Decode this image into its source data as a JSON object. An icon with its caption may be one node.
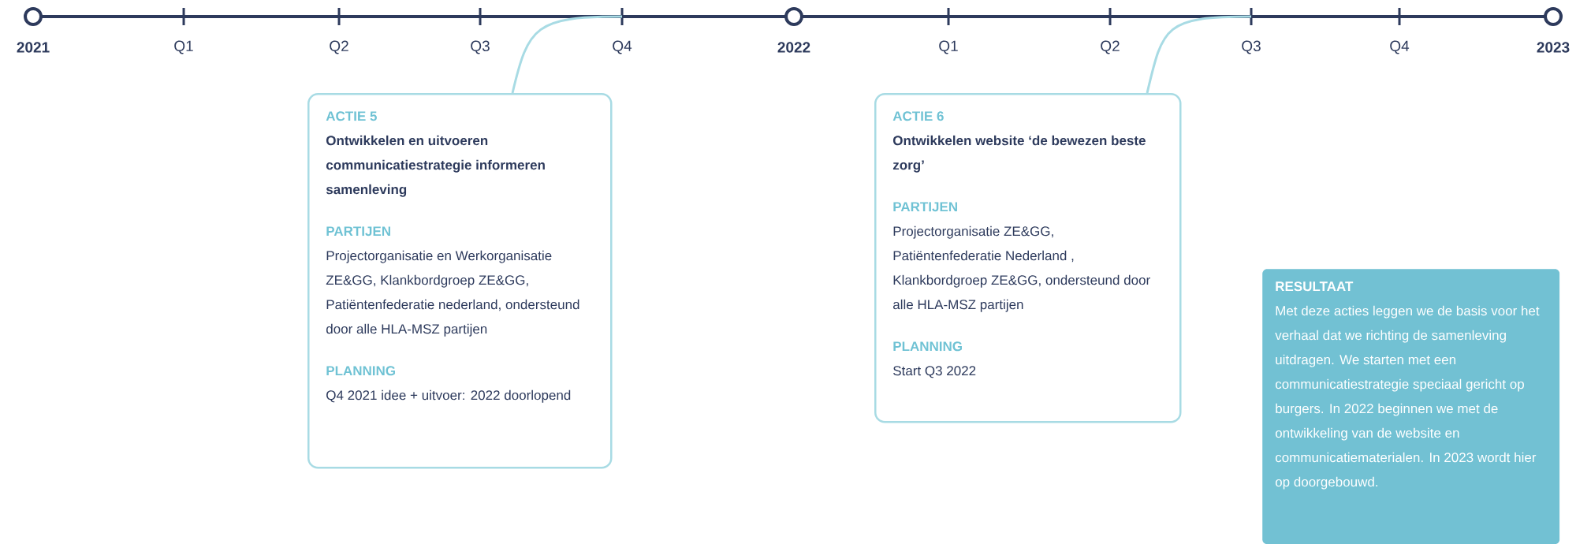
{
  "diagram": {
    "nodes": [
      {
        "text": [
          "ACTIE 5",
          "Ontwikkelen en uitvoeren communicatiestrategie informeren samenleving",
          "PARTIJEN",
          "Projectorganisatie en Werkorganisatie ZE&GG, Klankbordgroep ZE&GG, Patiëntenfederatie nederland, ondersteund door alle HLA-MSZ partijen",
          "PLANNING",
          "Q4 2021 idee + uitvoer: 2022 doorlopend"
        ]
      },
      {
        "text": [
          "ACTIE 6",
          "Ontwikkelen website ‘de bewezen beste zorg’",
          "PARTIJEN",
          "Projectorganisatie ZE&GG, Patiëntenfederatie Nederland , Klankbordgroep ZE&GG, ondersteund door alle HLA-MSZ partijen",
          "PLANNING",
          "Start Q3 2022"
        ]
      },
      {
        "text": [
          "RESULTAAT",
          "Met deze acties leggen we de basis voor het verhaal dat we richting de samenleving uitdragen. We starten met een communicatiestrategie speciaal gericht op burgers. In 2022 beginnen we met de ontwikkeling van de website en communicatiematerialen. In 2023 wordt hier op doorgebouwd."
        ]
      }
    ],
    "edges": [
      {
        "from": 0,
        "to": null,
        "arrow": "none"
      },
      {
        "from": 1,
        "to": null,
        "arrow": "none"
      }
    ],
    "labels": [
      "2021",
      "Q1",
      "Q2",
      "Q3",
      "Q4",
      "2022",
      "Q1",
      "Q2",
      "Q3",
      "Q4",
      "2023"
    ]
  }
}
